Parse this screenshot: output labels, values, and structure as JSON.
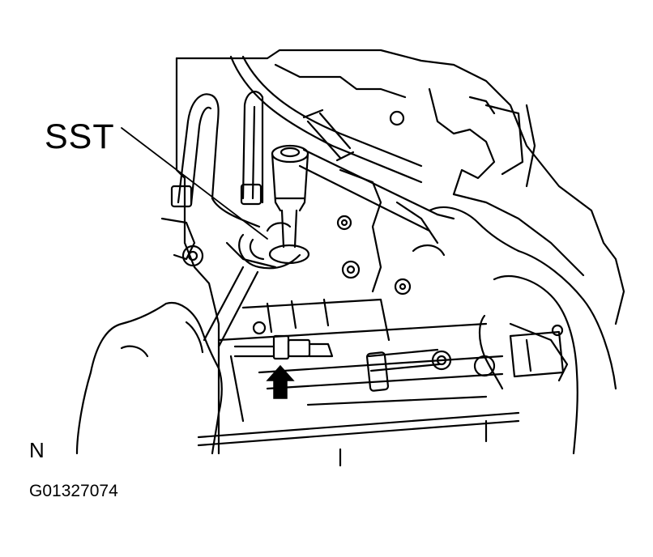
{
  "callout": {
    "label": "SST"
  },
  "view_marker": "N",
  "figure_id": "G01327074",
  "colors": {
    "line": "#000000",
    "background": "#ffffff"
  },
  "illustration": {
    "name": "engine-drain-plug-removal-line-art"
  }
}
